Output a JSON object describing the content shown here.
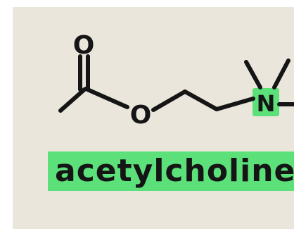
{
  "structure": {
    "atoms": {
      "carbonyl_oxygen": "O",
      "ester_oxygen": "O",
      "nitrogen": "N"
    },
    "caption": "acetylcholine"
  },
  "colors": {
    "paper": "#ebe6dc",
    "ink": "#151515",
    "highlight": "#5ce07a"
  }
}
